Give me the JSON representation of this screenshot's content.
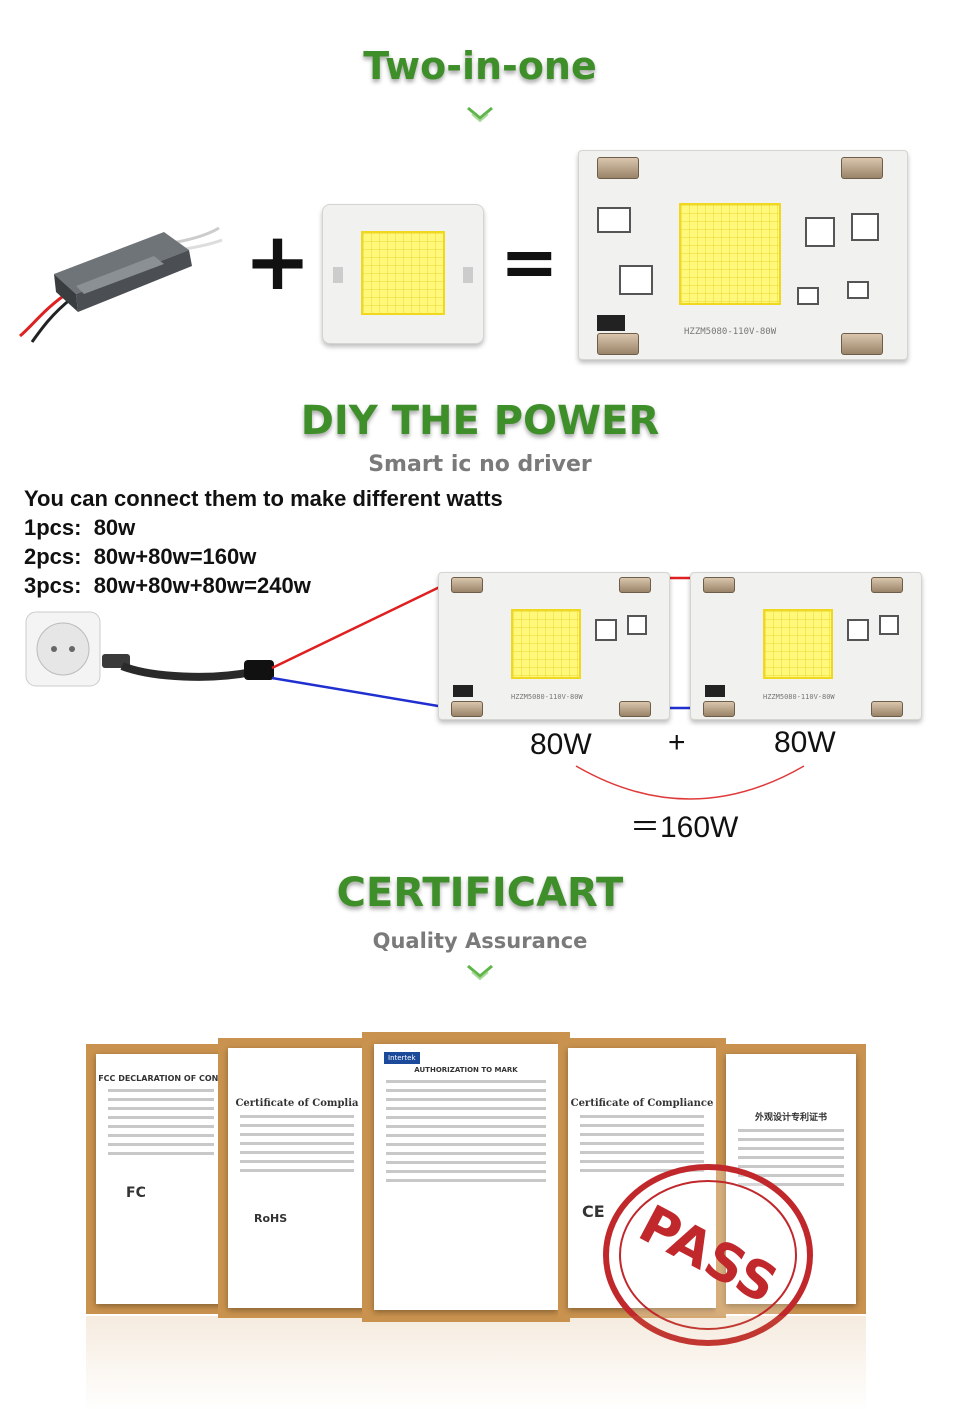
{
  "section1": {
    "title": "Two-in-one",
    "plus_sign": "+",
    "equals_sign": "=",
    "board_label": "HZZM5080-110V-80W"
  },
  "section2": {
    "title": "DIY THE POWER",
    "subtitle": "Smart ic no driver",
    "lines": [
      "You can connect them to make different watts",
      "1pcs:  80w",
      "2pcs:  80w+80w=160w",
      "3pcs:  80w+80w+80w=240w"
    ],
    "watt_left": "80W",
    "watt_plus": "+",
    "watt_right": "80W",
    "watt_total": "＝160W",
    "board_label": "HZZM5080-110V-80W"
  },
  "section3": {
    "title": "CERTIFICART",
    "subtitle": "Quality Assurance",
    "certs": [
      {
        "title": "FCC DECLARATION OF CONF",
        "mark": "FC"
      },
      {
        "title": "Certificate of Complia",
        "mark": "RoHS"
      },
      {
        "title": "AUTHORIZATION TO MARK",
        "mark": "Intertek"
      },
      {
        "title": "Certificate of Compliance",
        "mark": "CE"
      },
      {
        "title": "外观设计专利证书",
        "mark": ""
      }
    ],
    "stamp": "PASS"
  },
  "colors": {
    "heading_green": "#3e8f2a",
    "wire_red": "#e02020",
    "wire_blue": "#2030d0",
    "stamp_red": "#c0282c",
    "frame_tan": "#c9924e"
  }
}
